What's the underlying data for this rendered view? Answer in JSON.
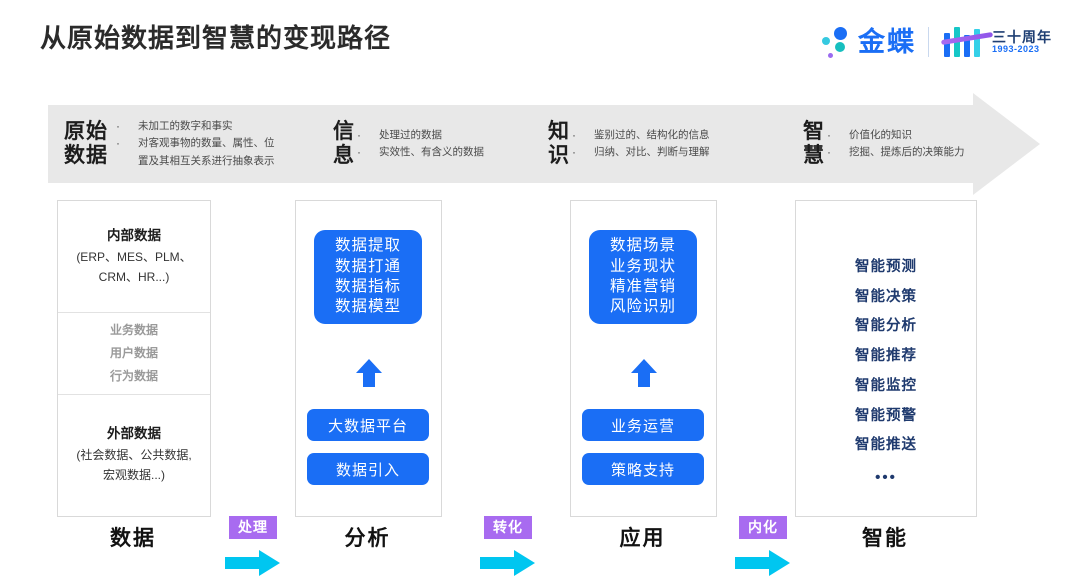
{
  "header": {
    "title": "从原始数据到智慧的变现路径",
    "brand_name": "金蝶",
    "anniversary_cn": "三十周年",
    "anniversary_years": "1993-2023"
  },
  "banner": {
    "segments": [
      {
        "title": "原始\n数据",
        "bullets": [
          "未加工的数字和事实",
          "对客观事物的数量、属性、位\n置及其相互关系进行抽象表示"
        ]
      },
      {
        "title": "信\n息",
        "bullets": [
          "处理过的数据",
          "实效性、有含义的数据"
        ]
      },
      {
        "title": "知\n识",
        "bullets": [
          "鉴别过的、结构化的信息",
          "归纳、对比、判断与理解"
        ]
      },
      {
        "title": "智\n慧",
        "bullets": [
          "价值化的知识",
          "挖掘、提炼后的决策能力"
        ]
      }
    ],
    "bullet_glyph": "·"
  },
  "columns": {
    "data": {
      "internal_title": "内部数据",
      "internal_sub": "(ERP、MES、PLM、\nCRM、HR...)",
      "middle_items": [
        "业务数据",
        "用户数据",
        "行为数据"
      ],
      "external_title": "外部数据",
      "external_sub": "(社会数据、公共数据,\n宏观数据...)"
    },
    "analysis": {
      "box_lines": "数据提取\n数据打通\n数据指标\n数据模型",
      "pill_top": "大数据平台",
      "pill_bottom": "数据引入"
    },
    "application": {
      "box_lines": "数据场景\n业务现状\n精准营销\n风险识别",
      "pill_top": "业务运营",
      "pill_bottom": "策略支持"
    },
    "intelligence": {
      "items": [
        "智能预测",
        "智能决策",
        "智能分析",
        "智能推荐",
        "智能监控",
        "智能预警",
        "智能推送"
      ],
      "ellipsis": "•••"
    }
  },
  "connectors": [
    {
      "label": "处理"
    },
    {
      "label": "转化"
    },
    {
      "label": "内化"
    }
  ],
  "footer": {
    "labels": [
      "数据",
      "分析",
      "应用",
      "智能"
    ]
  },
  "colors": {
    "accent_blue": "#1a6ef5",
    "banner_grey": "#e8e8e8",
    "connector_purple": "#a86bf0",
    "arrow_cyan": "#00c6f0",
    "navy": "#1f3a6e"
  }
}
